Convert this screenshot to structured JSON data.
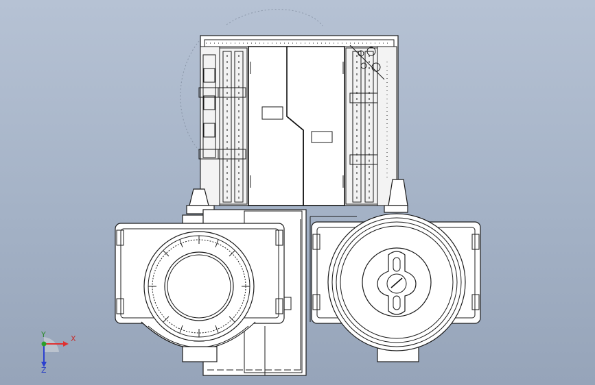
{
  "view": {
    "background_top": "#b6c2d4",
    "background_bottom": "#96a4b9",
    "line_color": "#1a1a1a",
    "face_color": "#ffffff"
  },
  "triad": {
    "x_label": "X",
    "y_label": "Y",
    "z_label": "Z",
    "x_color": "#e03030",
    "y_color": "#2aa02a",
    "z_color": "#2a3fd0"
  }
}
